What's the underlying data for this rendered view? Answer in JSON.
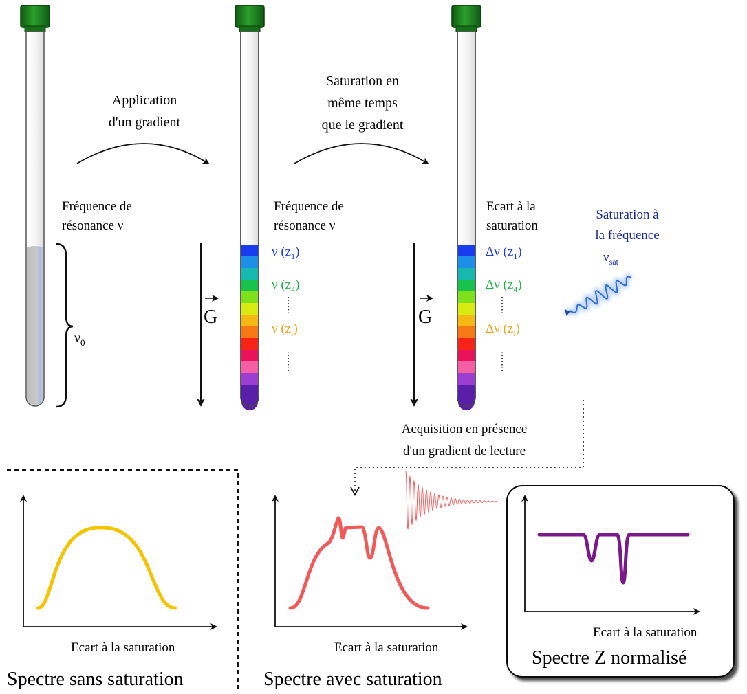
{
  "colors": {
    "cap": "#1f8a1f",
    "blue_text": "#1f3fd6",
    "green_text": "#22b34a",
    "orange_text": "#f2a21a",
    "saturation_text": "#1a2a9a",
    "yellow_curve": "#f5c400",
    "red_curve": "#f25a5a",
    "purple_curve": "#7a1a8a",
    "fid": "#ef4444",
    "wave": "#2f6fd0"
  },
  "step1": {
    "arrow_label_1": "Application",
    "arrow_label_2": "d'un gradient",
    "freq_label_1": "Fréquence de",
    "freq_label_2": "résonance ν",
    "nu0": "ν",
    "nu0_sub": "0"
  },
  "step2": {
    "arrow_label_1": "Saturation en",
    "arrow_label_2": "même temps",
    "arrow_label_3": "que le gradient",
    "freq_label_1": "Fréquence de",
    "freq_label_2": "résonance ν",
    "gradient_symbol": "G",
    "lines": [
      {
        "prefix": "ν (z",
        "sub": "1",
        "suffix": ")"
      },
      {
        "prefix": "ν (z",
        "sub": "4",
        "suffix": ")"
      },
      {
        "prefix": "ν (z",
        "sub": "i",
        "suffix": ")"
      }
    ]
  },
  "step3": {
    "label_1": "Ecart à la",
    "label_2": "saturation",
    "gradient_symbol": "G",
    "lines": [
      {
        "prefix": "Δν (z",
        "sub": "1",
        "suffix": ")"
      },
      {
        "prefix": "Δν (z",
        "sub": "4",
        "suffix": ")"
      },
      {
        "prefix": "Δν (z",
        "sub": "i",
        "suffix": ")"
      }
    ],
    "saturation_1": "Saturation à",
    "saturation_2": "la fréquence",
    "nu_sat": "ν",
    "nu_sat_sub": "sat"
  },
  "acquisition": {
    "line_1": "Acquisition en présence",
    "line_2": "d'un gradient de lecture"
  },
  "panels": {
    "left": {
      "xlabel": "Ecart à la saturation",
      "title": "Spectre sans saturation"
    },
    "middle": {
      "xlabel": "Ecart à la saturation",
      "title": "Spectre avec saturation"
    },
    "right": {
      "xlabel": "Ecart à la saturation",
      "title": "Spectre Z normalisé"
    }
  }
}
